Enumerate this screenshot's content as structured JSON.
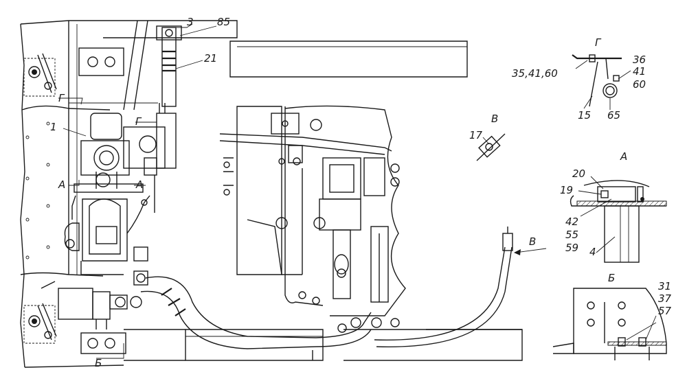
{
  "callouts": {
    "c1": "1",
    "c3": "3",
    "c85": "85",
    "c21": "21",
    "g_main": "Г",
    "g_left": "Г",
    "a_left": "А",
    "a_right": "А",
    "b_bottom": "Б",
    "v_view": "В",
    "c17": "17",
    "v_arrow": "В"
  },
  "view_g": {
    "title": "Г",
    "left_label": "35,41,60",
    "right_top": "36",
    "right_mid": "41",
    "right_bot": "60",
    "bottom_left": "15",
    "bottom_right": "65"
  },
  "view_a": {
    "title": "А",
    "c20": "20",
    "c19": "19",
    "c42": "42",
    "c55": "55",
    "c59": "59",
    "c4": "4"
  },
  "view_b": {
    "title": "Б",
    "c31": "31",
    "c37": "37",
    "c57": "57"
  }
}
